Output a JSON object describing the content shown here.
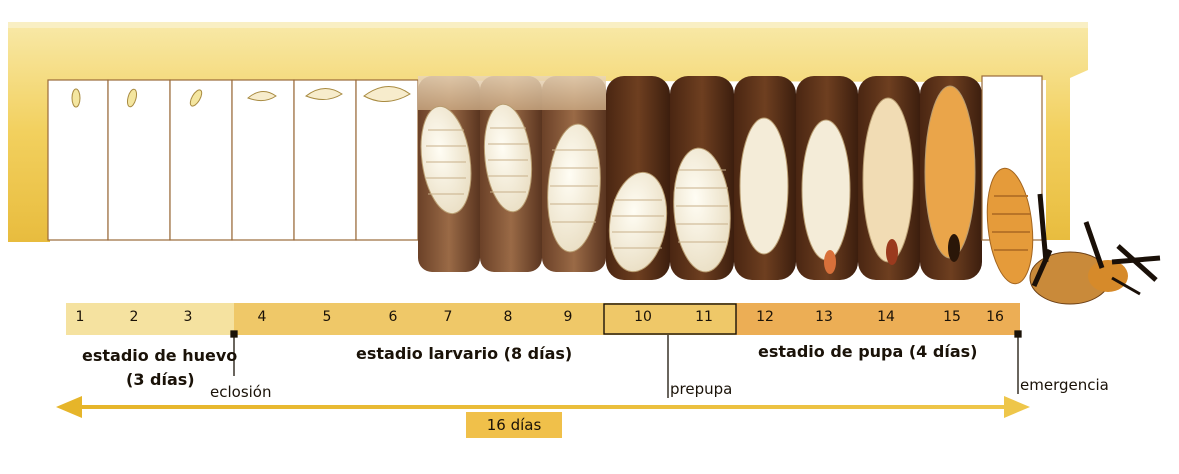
{
  "day_numbers": [
    "1",
    "2",
    "3",
    "4",
    "5",
    "6",
    "7",
    "8",
    "9",
    "10",
    "11",
    "12",
    "13",
    "14",
    "15",
    "16"
  ],
  "stages": {
    "egg": {
      "line1": "estadio de huevo",
      "line2": "(3 días)"
    },
    "larva": "estadio larvario (8 días)",
    "pupa": "estadio de pupa (4 días)"
  },
  "events": {
    "hatching": "eclosión",
    "prepupa": "prepupa",
    "emergence": "emergencia"
  },
  "total_duration": "16 días",
  "colors": {
    "comb_wax": "#f3d568",
    "egg_band": "#f5e2a0",
    "larva_band": "#efc868",
    "pupa_band": "#ecae55",
    "cell_cap": "#5a321a",
    "arrow": "#e8b830"
  }
}
